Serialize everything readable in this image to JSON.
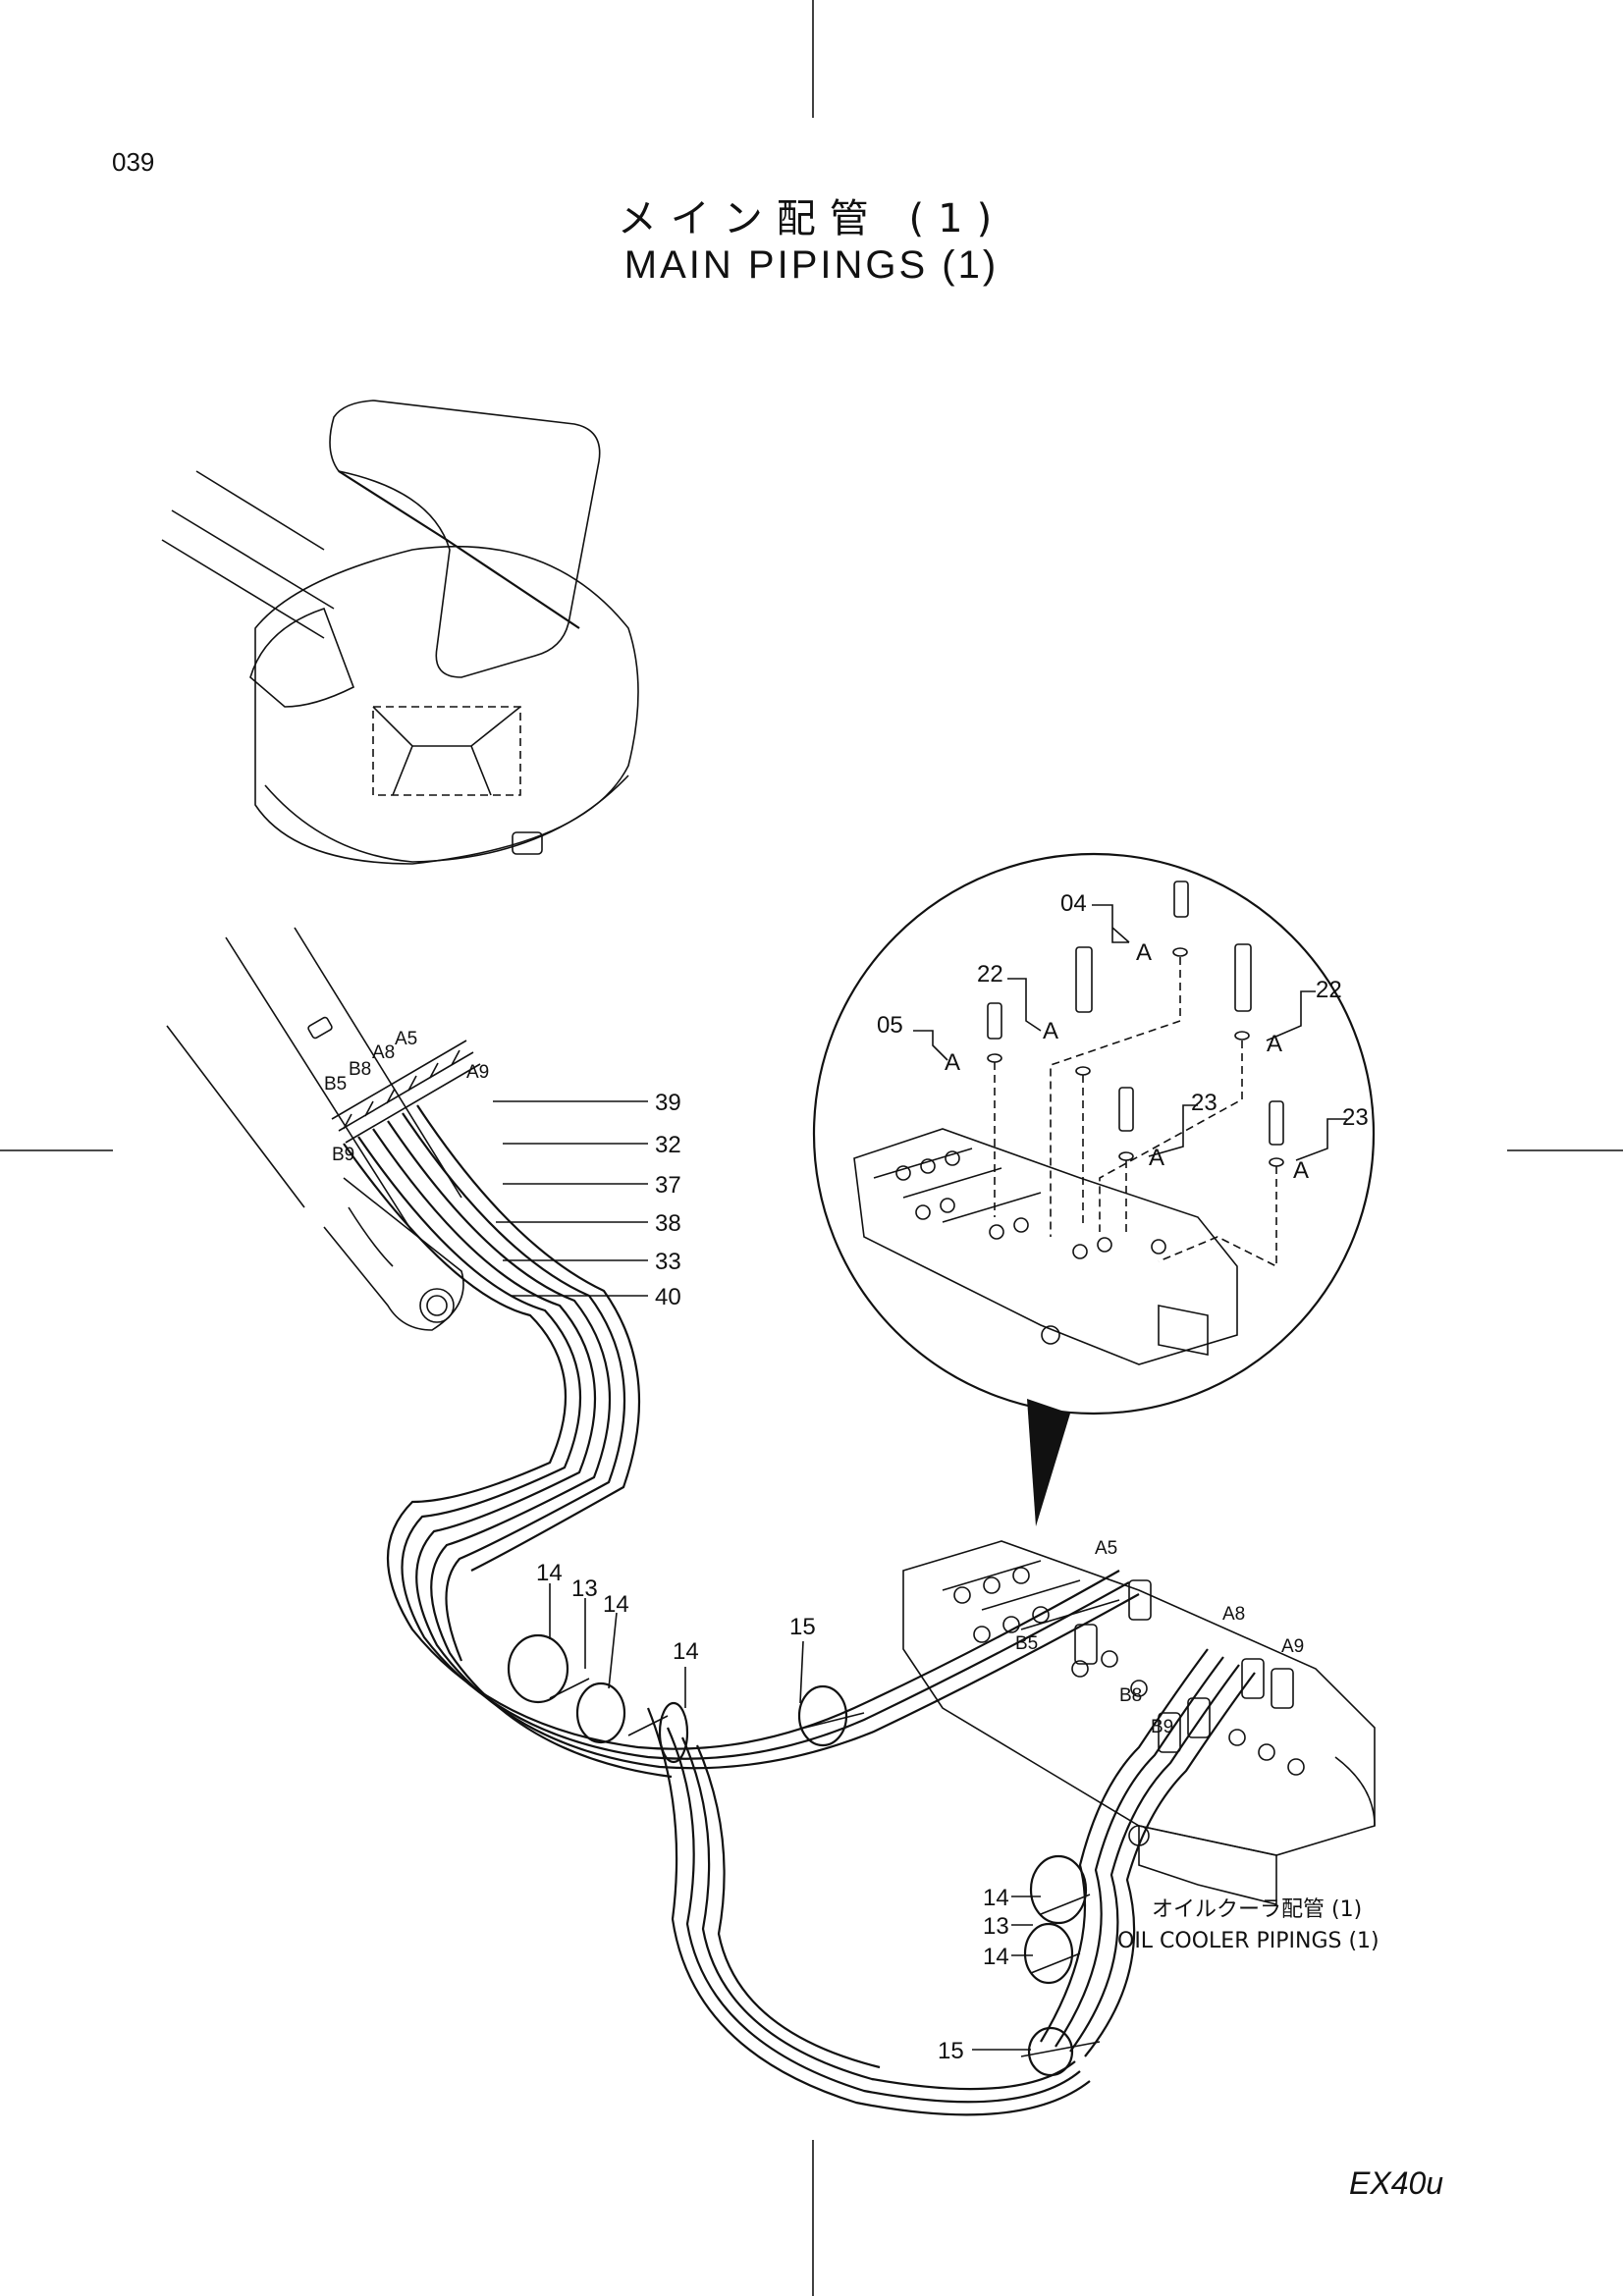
{
  "page_number": "039",
  "title_jp": "メイン配管 (1)",
  "title_en": "MAIN PIPINGS (1)",
  "model": "EX40u",
  "note_jp": "オイルクーラ配管 (1)",
  "note_en": "OIL COOLER PIPINGS (1)",
  "boom_port_labels": [
    "A5",
    "A8",
    "A9",
    "B5",
    "B8",
    "B9"
  ],
  "boom_callouts": [
    "39",
    "32",
    "37",
    "38",
    "33",
    "40"
  ],
  "clamp_callouts": [
    "14",
    "13",
    "14",
    "14",
    "15",
    "14",
    "13",
    "14",
    "15"
  ],
  "valve_port_labels": [
    "A5",
    "B5",
    "A8",
    "A9",
    "B8",
    "B9"
  ],
  "detail_callouts": [
    "04",
    "22",
    "05",
    "22",
    "23",
    "23"
  ],
  "detail_ref": "A"
}
